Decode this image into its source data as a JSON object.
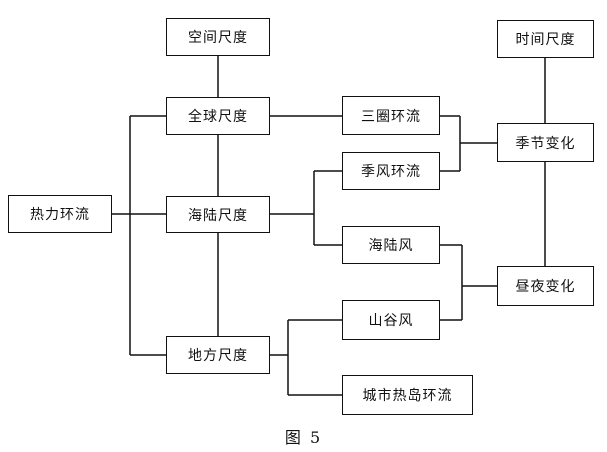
{
  "nodes": {
    "thermal": "热力环流",
    "spatial": "空间尺度",
    "temporal": "时间尺度",
    "global": "全球尺度",
    "sealand": "海陆尺度",
    "local": "地方尺度",
    "three_cell": "三圈环流",
    "monsoon": "季风环流",
    "sea_land_breeze": "海陆风",
    "valley_breeze": "山谷风",
    "urban_heat_island": "城市热岛环流",
    "seasonal": "季节变化",
    "diurnal": "昼夜变化"
  },
  "caption": "图 5"
}
